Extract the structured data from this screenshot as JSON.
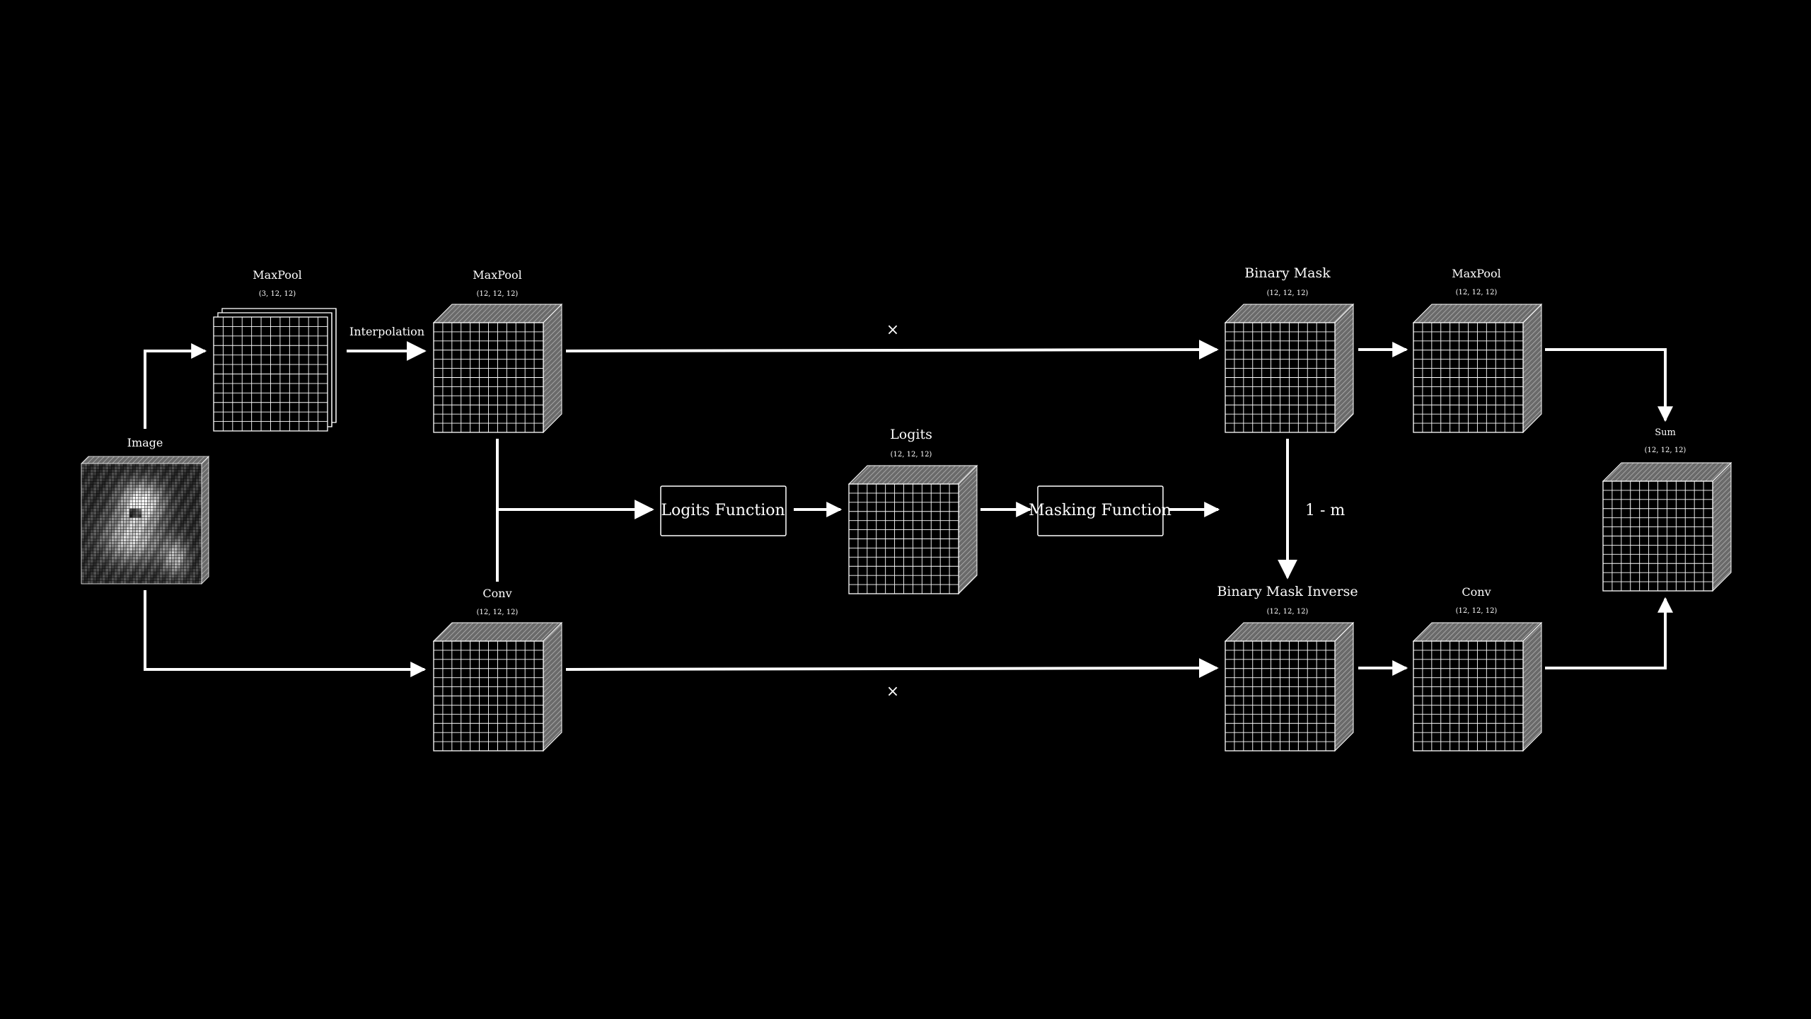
{
  "image": {
    "label": "Image"
  },
  "nodes": {
    "maxpool_small": {
      "title": "MaxPool",
      "shape": "(3,  12,  12)"
    },
    "maxpool_interp": {
      "title": "MaxPool",
      "shape": "(12,  12,  12)"
    },
    "conv_left": {
      "title": "Conv",
      "shape": "(12,  12,  12)"
    },
    "logits": {
      "title": "Logits",
      "shape": "(12,  12,  12)"
    },
    "binary_mask": {
      "title": "Binary Mask",
      "shape": "(12,  12,  12)"
    },
    "binary_mask_inverse": {
      "title": "Binary Mask Inverse",
      "shape": "(12,  12,  12)"
    },
    "maxpool_right": {
      "title": "MaxPool",
      "shape": "(12,  12,  12)"
    },
    "conv_right": {
      "title": "Conv",
      "shape": "(12,  12,  12)"
    },
    "sum": {
      "title": "Sum",
      "shape": "(12,  12,  12)"
    }
  },
  "functions": {
    "logits": "Logits Function",
    "masking": "Masking Function"
  },
  "edges": {
    "interpolation": "Interpolation",
    "multiply_top": "×",
    "multiply_bottom": "×",
    "one_minus_m": "1 - m"
  },
  "colors": {
    "background": "#000000",
    "stroke": "#ffffff",
    "side": "#777777"
  }
}
